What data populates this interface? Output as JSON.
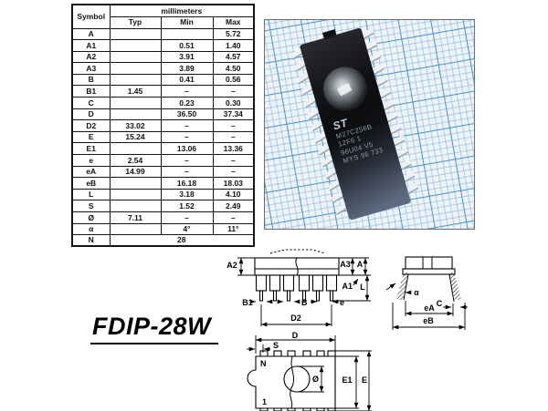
{
  "table": {
    "header": {
      "symbol": "Symbol",
      "unit_group": "millimeters",
      "typ": "Typ",
      "min": "Min",
      "max": "Max"
    },
    "rows": [
      {
        "symbol": "A",
        "typ": "",
        "min": "",
        "max": "5.72"
      },
      {
        "symbol": "A1",
        "typ": "",
        "min": "0.51",
        "max": "1.40"
      },
      {
        "symbol": "A2",
        "typ": "",
        "min": "3.91",
        "max": "4.57"
      },
      {
        "symbol": "A3",
        "typ": "",
        "min": "3.89",
        "max": "4.50"
      },
      {
        "symbol": "B",
        "typ": "",
        "min": "0.41",
        "max": "0.56"
      },
      {
        "symbol": "B1",
        "typ": "1.45",
        "min": "–",
        "max": "–"
      },
      {
        "symbol": "C",
        "typ": "",
        "min": "0.23",
        "max": "0.30"
      },
      {
        "symbol": "D",
        "typ": "",
        "min": "36.50",
        "max": "37.34"
      },
      {
        "symbol": "D2",
        "typ": "33.02",
        "min": "–",
        "max": "–"
      },
      {
        "symbol": "E",
        "typ": "15.24",
        "min": "–",
        "max": "–"
      },
      {
        "symbol": "E1",
        "typ": "",
        "min": "13.06",
        "max": "13.36"
      },
      {
        "symbol": "e",
        "typ": "2.54",
        "min": "–",
        "max": "–"
      },
      {
        "symbol": "eA",
        "typ": "14.99",
        "min": "–",
        "max": "–"
      },
      {
        "symbol": "eB",
        "typ": "",
        "min": "16.18",
        "max": "18.03"
      },
      {
        "symbol": "L",
        "typ": "",
        "min": "3.18",
        "max": "4.10"
      },
      {
        "symbol": "S",
        "typ": "",
        "min": "1.52",
        "max": "2.49"
      },
      {
        "symbol": "Ø",
        "typ": "7.11",
        "min": "–",
        "max": "–"
      },
      {
        "symbol": "α",
        "typ": "",
        "min": "4°",
        "max": "11°"
      }
    ],
    "footer_row": {
      "symbol": "N",
      "value": "28"
    }
  },
  "photo": {
    "chip_logo": "ST",
    "chip_lines": [
      "M27C256B",
      "12F6 1",
      "96U04 V5",
      "MYS 96 733"
    ]
  },
  "package_label": "FDIP-28W",
  "drawings": {
    "side_view": {
      "a2": "A2",
      "a3": "A3",
      "a": "A",
      "a1": "A1",
      "l": "L",
      "b1": "B1",
      "b": "B",
      "e": "e",
      "d2": "D2"
    },
    "end_view": {
      "alpha": "α",
      "c": "C",
      "ea": "eA",
      "eb": "eB"
    },
    "top_view": {
      "d": "D",
      "s": "S",
      "n": "N",
      "pin1": "1",
      "diameter": "Ø",
      "e1": "E1",
      "e": "E"
    }
  },
  "colors": {
    "paper_grid_blue": "#5a9ed6",
    "chip_body_black": "#141518",
    "ink": "#111111"
  }
}
